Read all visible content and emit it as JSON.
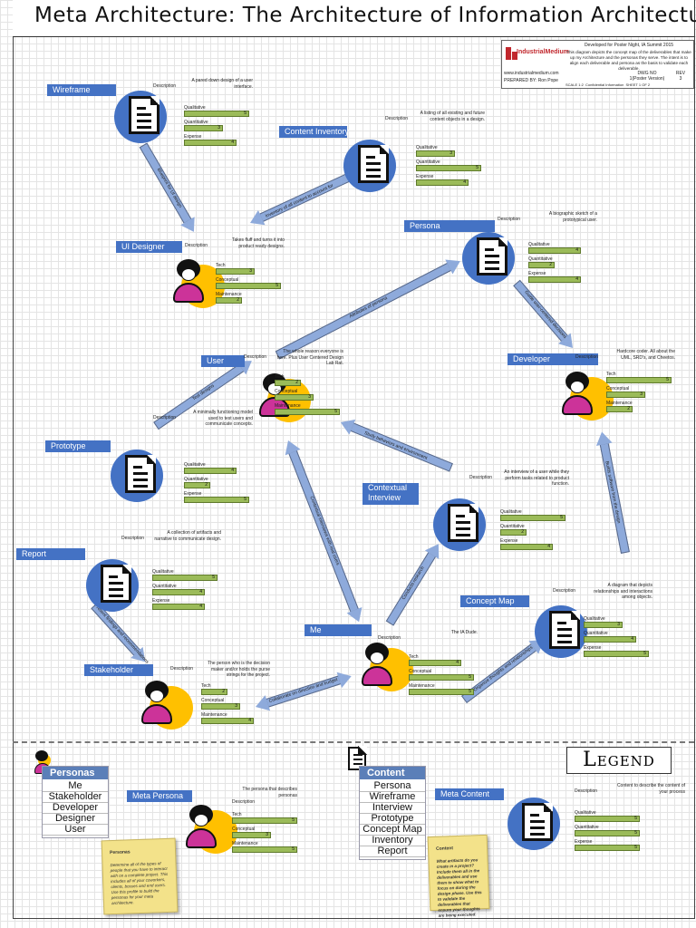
{
  "title": "Meta Architecture: The Architecture of Information Architecture",
  "title_block": {
    "company": "IndustrialMedium",
    "developed_for": "Developed for Poster Night, IA Summit 2015",
    "description": "This diagram depicts the concept map of the deliverables that make up my Architecture and the personas they serve. The intent is to align each deliverable and persona as the basis to validate each deliverable.",
    "url": "www.industrialmedium.com",
    "prepared_by": "PREPARED BY: Ron Pope",
    "dwg_no": "DWG NO",
    "dwg_value": "1(Poster Version)",
    "rev_label": "REV",
    "rev_value": "3",
    "scale": "SCALE",
    "scale_value": "1:2",
    "size": "Confidential Information",
    "sheet": "SHEET",
    "sheet_value": "1 OF 2"
  },
  "nodes": {
    "wireframe": {
      "title": "Wireframe",
      "description": "A pared down design of a user interface.",
      "metrics": [
        {
          "label": "Qualitative",
          "value": "5"
        },
        {
          "label": "Quantitative",
          "value": "3"
        },
        {
          "label": "Expense",
          "value": "4"
        }
      ]
    },
    "content_inventory": {
      "title": "Content Inventory",
      "description": "A listing of all existing and future content objects in a design.",
      "metrics": [
        {
          "label": "Qualitative",
          "value": "3"
        },
        {
          "label": "Quantitative",
          "value": "5"
        },
        {
          "label": "Expense",
          "value": "4"
        }
      ]
    },
    "ui_designer": {
      "title": "UI Designer",
      "description": "Takes fluff and turns it into product ready designs.",
      "metrics": [
        {
          "label": "Tech",
          "value": "3"
        },
        {
          "label": "Conceptual",
          "value": "5"
        },
        {
          "label": "Maintenance",
          "value": "2"
        }
      ]
    },
    "persona": {
      "title": "Persona",
      "description": "A biographic sketch of a prototypical user.",
      "metrics": [
        {
          "label": "Qualitative",
          "value": "4"
        },
        {
          "label": "Quantitative",
          "value": "2"
        },
        {
          "label": "Expense",
          "value": "4"
        }
      ]
    },
    "user": {
      "title": "User",
      "description": "The whole reason everyone is here. Plus User Centered Design Lab Rat.",
      "metrics": [
        {
          "label": "Tech",
          "value": "2"
        },
        {
          "label": "Conceptual",
          "value": "3"
        },
        {
          "label": "Maintenance",
          "value": "5"
        }
      ]
    },
    "developer": {
      "title": "Developer",
      "description": "Hardcore coder. All about the UML, SRD's, and Cheetos.",
      "metrics": [
        {
          "label": "Tech",
          "value": "5"
        },
        {
          "label": "Conceptual",
          "value": "3"
        },
        {
          "label": "Maintenance",
          "value": "2"
        }
      ]
    },
    "prototype": {
      "title": "Prototype",
      "description": "A minimally functioning model used to test users and communicate concepts.",
      "metrics": [
        {
          "label": "Qualitative",
          "value": "4"
        },
        {
          "label": "Quantitative",
          "value": "2"
        },
        {
          "label": "Expense",
          "value": "5"
        }
      ]
    },
    "contextual_interview": {
      "title": "Contextual Interview",
      "description": "An interview of a user while they perform tasks related to product function.",
      "metrics": [
        {
          "label": "Qualitative",
          "value": "5"
        },
        {
          "label": "Quantitative",
          "value": "2"
        },
        {
          "label": "Expense",
          "value": "4"
        }
      ]
    },
    "report": {
      "title": "Report",
      "description": "A collection of artifacts and narrative to communicate design.",
      "metrics": [
        {
          "label": "Qualitative",
          "value": "5"
        },
        {
          "label": "Quantitative",
          "value": "4"
        },
        {
          "label": "Expense",
          "value": "4"
        }
      ]
    },
    "concept_map": {
      "title": "Concept Map",
      "description": "A diagram that depicts relationships and interactions among objects.",
      "metrics": [
        {
          "label": "Qualitative",
          "value": "3"
        },
        {
          "label": "Quantitative",
          "value": "4"
        },
        {
          "label": "Expense",
          "value": "5"
        }
      ]
    },
    "me": {
      "title": "Me",
      "description": "The IA Dude.",
      "metrics": [
        {
          "label": "Tech",
          "value": "4"
        },
        {
          "label": "Conceptual",
          "value": "5"
        },
        {
          "label": "Maintenance",
          "value": "5"
        }
      ]
    },
    "stakeholder": {
      "title": "Stakeholder",
      "description": "The person who is the decision maker and/or holds the purse strings for the project.",
      "metrics": [
        {
          "label": "Tech",
          "value": "2"
        },
        {
          "label": "Conceptual",
          "value": "3"
        },
        {
          "label": "Maintenance",
          "value": "4"
        }
      ]
    }
  },
  "desc_label": "Description",
  "arrows": {
    "wireframe_ui": "Blueprint for UI design",
    "inventory_ui": "Inventory of all content to account for",
    "user_persona": "Attributes of persona",
    "persona_developer": "Guide user-centered decisions",
    "prototype_user": "Test designs",
    "ci_user": "Study behaviors and environment",
    "user_me": "Contextual interviews with real users",
    "me_ci": "Conducts research",
    "conceptmap_developer": "Builds software from the design",
    "report_stakeholder": "Present findings and recommendations",
    "me_stakeholder": "Collaborate on direction and budget",
    "me_conceptmap": "Organize thoughts and relationships"
  },
  "legend": {
    "title": "Legend",
    "personas_box": {
      "header": "Personas",
      "items": [
        "Me",
        "Stakeholder",
        "Developer",
        "Designer",
        "User"
      ]
    },
    "content_box": {
      "header": "Content",
      "items": [
        "Persona",
        "Wireframe",
        "Interview",
        "Prototype",
        "Concept Map",
        "Inventory",
        "Report"
      ]
    },
    "meta_persona": {
      "title": "Meta Persona",
      "description": "The persona that describes personas",
      "metrics": [
        {
          "label": "Tech",
          "value": "5"
        },
        {
          "label": "Conceptual",
          "value": "3"
        },
        {
          "label": "Maintenance",
          "value": "5"
        }
      ]
    },
    "meta_content": {
      "title": "Meta Content",
      "description": "Content to describe the content of your process",
      "metrics": [
        {
          "label": "Qualitative",
          "value": "5"
        },
        {
          "label": "Quantitative",
          "value": "5"
        },
        {
          "label": "Expense",
          "value": "5"
        }
      ]
    },
    "note_personas": {
      "title": "Personas",
      "body": "Determine all of the types of people that you have to interact with on a complete project. This includes all of your coworkers, clients, bosses and end users. Use this profile to build the personas for your meta architecture."
    },
    "note_content": {
      "title": "Content",
      "body": "What artifacts do you create in a project? Include them all in the deliverables and use them to show what to focus on during the design phase. Use this to validate the deliverables that ensure your thoughts are being executed."
    }
  }
}
